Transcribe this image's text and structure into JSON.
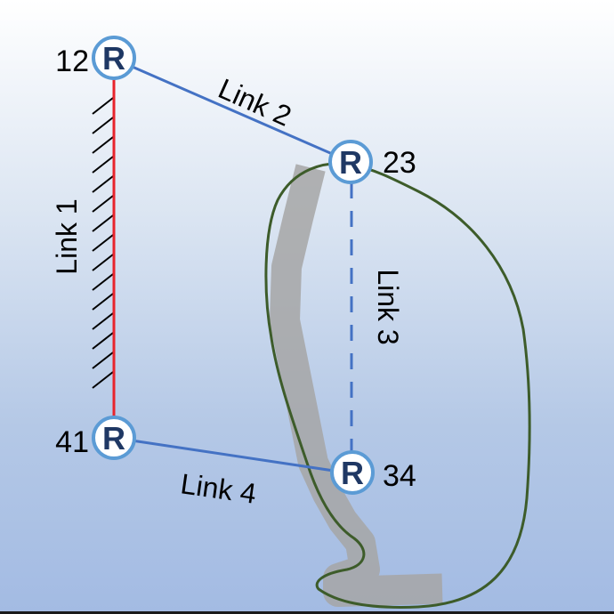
{
  "diagram": {
    "routers": [
      {
        "id": "12",
        "symbol": "R"
      },
      {
        "id": "23",
        "symbol": "R"
      },
      {
        "id": "34",
        "symbol": "R"
      },
      {
        "id": "41",
        "symbol": "R"
      }
    ],
    "links": [
      {
        "label": "Link 1",
        "from": "12",
        "to": "41",
        "style": "solid",
        "color": "#e8242c",
        "failed": true
      },
      {
        "label": "Link 2",
        "from": "12",
        "to": "23",
        "style": "solid",
        "color": "#4472c4"
      },
      {
        "label": "Link 3",
        "from": "23",
        "to": "34",
        "style": "dashed",
        "color": "#4472c4"
      },
      {
        "label": "Link 4",
        "from": "41",
        "to": "34",
        "style": "solid",
        "color": "#4472c4"
      }
    ],
    "colors": {
      "router_border": "#5b9bd5",
      "router_letter": "#1f3864",
      "region_outline": "#3d5c2a",
      "path_shadow": "#a6a6a6"
    }
  }
}
